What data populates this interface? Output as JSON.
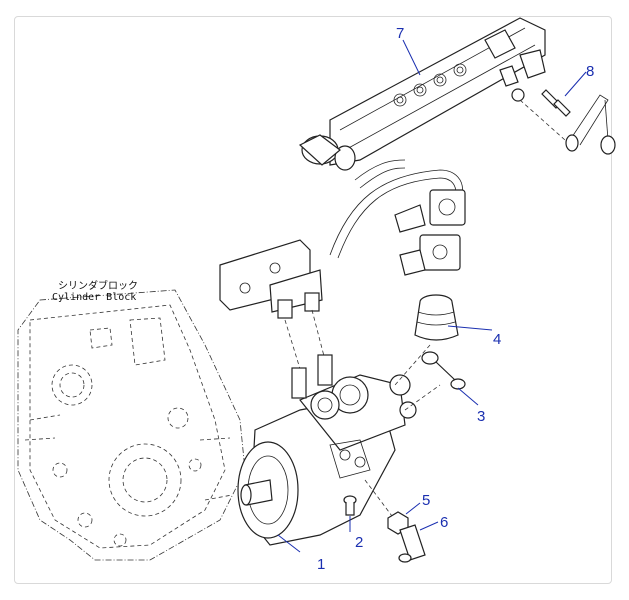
{
  "cylinder_block": {
    "label_jp": "シリンダブロック",
    "label_en": "Cylinder Block"
  },
  "callouts": {
    "p1": "1",
    "p2": "2",
    "p3": "3",
    "p4": "4",
    "p5": "5",
    "p6": "6",
    "p7": "7",
    "p8": "8"
  },
  "colors": {
    "callout": "#1a2fb0",
    "line": "#222222",
    "frame": "#d9d9d9"
  }
}
